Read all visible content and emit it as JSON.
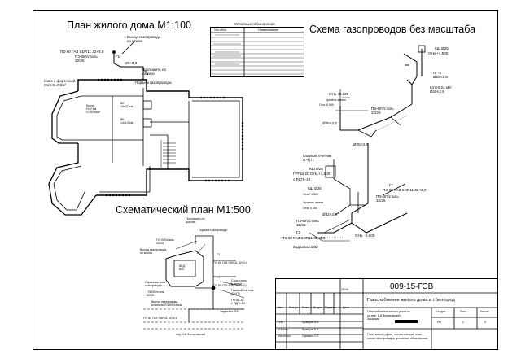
{
  "titles": {
    "house_plan": "План жилого дома М1:100",
    "gas_scheme": "Схема газопроводов без масштаба",
    "schematic_plan": "Схематический план М1:500"
  },
  "legend": {
    "title": "Условные обозначения",
    "headers": [
      "Усл.обоз.",
      "Наименование"
    ]
  },
  "house_labels": {
    "gas_inlet": "Выход газопровода\nиз земли",
    "pipe_pe": "ПЭ 80 ГАЗ SDR11 32×3,0",
    "pipe_pe_short": "ПЭ-ВП/сталь\n32/25",
    "g1": "Г1",
    "steel": "25×3,2",
    "plinth": "Проложить по\nцоколю",
    "rise": "Подъем газопровода",
    "window": "Окно с форточкой\nпост.S=0,8м²",
    "kitchen": "Кухня\nH=2,6м\nV=50,64м³",
    "ve1": "ВЕ\n14x27 см",
    "ve2": "ВЕ\n14x14 см"
  },
  "scheme_labels": {
    "ksh1": "КШ Ø25",
    "otm1": "Отм +1,500",
    "pg4": "ПГ-4\nØ15×2,8",
    "boiler": "Котел 24 кВт\nØ15×2,8",
    "otm2": "Отм.+0,500",
    "ground": "уровень земли",
    "otm3": "Отм. 0,000",
    "pipe1": "ПЭ-ВП/сталь\n32/25",
    "steel1": "Ø25×3,2",
    "steel2": "Ø25×3,2",
    "meter": "Газовый счетчик\nG-4(Т)",
    "ksh2": "КШ Ø25",
    "grpsh": "ГРПШ-10 Отм.+1,600",
    "rdgk": "с РДГК-10",
    "ksh3": "КШ Ø25",
    "otm4": "Отм +1,500",
    "ground2": "Уровень земли",
    "otm5": "Отм. 0,000",
    "steel3": "Ø32×3,0",
    "pe1": "ПЭ 80 ГАЗ SDR11 32×3,0",
    "pe2": "ПЭ-ВП/сталь\n32/25",
    "pe3": "ПЭ-ВП/сталь\n32/25",
    "g2": "Г2",
    "pe4": "ПЭ 80 ГАЗ SDR11 32×3,0",
    "valve": "Задвижка Ø32",
    "otm6": "Отм. -0,800",
    "g1": "Г1",
    "g1b": "Г1"
  },
  "schematic_labels": {
    "plinth": "Проложить по\nцоколю",
    "rise": "Подъем газопровода",
    "pe_steel": "ПЭ-ВП/сталь\n32/25",
    "inlet": "Выход газопровода\nиз земли",
    "g1": "Г1",
    "pe80": "ПЭ 80 ГАЗ SDR11 32×3,0",
    "building": "Ж.Д.\n№4",
    "ohr": "Охранная зона\nгазопровода",
    "pe_steel2": "ПЭ-ВП/сталь\n32/25",
    "g1b": "Г1",
    "pe80b": "ПЭ 80 ГАЗ SDR11 32×3,0",
    "meter_nb": "ГРПШ-10\nс РДГК-10",
    "steel_in": "Стык сталь\nв земле",
    "meter": "Газовый счетчик\nG-4(Т)",
    "outlet": "Выход газопровода\nиз земли ПЭ-ВП/сталь",
    "valve": "Задвижка Ø32",
    "pe80c": "ПЭ 80 ГАЗ SDR11 32×3,0",
    "street": "пер. 1-й Филатовский"
  },
  "stamp": {
    "code": "009-15-ГСВ",
    "title": "Газоснабжение жилого дома в г.Белгород",
    "object": "Газоснабжение жилого дома по\nул.пер. 1-й Филатовский\nЗаказчик",
    "sheet_desc": "План жилого дома, схематический план,\nсхема газопроводов, условные обозначения.",
    "year": "2015г.",
    "stage_head": "Стадия",
    "sheet_head": "Лист",
    "sheets_head": "Листов",
    "stage": "РП",
    "sheet": "1",
    "sheets": "2",
    "cols": [
      "Изм",
      "Кол.уч",
      "Лист",
      "№ док",
      "Подпись",
      "Дата"
    ],
    "rows": [
      {
        "role": "ГИП",
        "name": "Кравцов А.К."
      },
      {
        "role": "Н.Контр",
        "name": "Кравцов А.К."
      },
      {
        "role": "Исполнил",
        "name": "Сумкина С.Г."
      }
    ]
  }
}
